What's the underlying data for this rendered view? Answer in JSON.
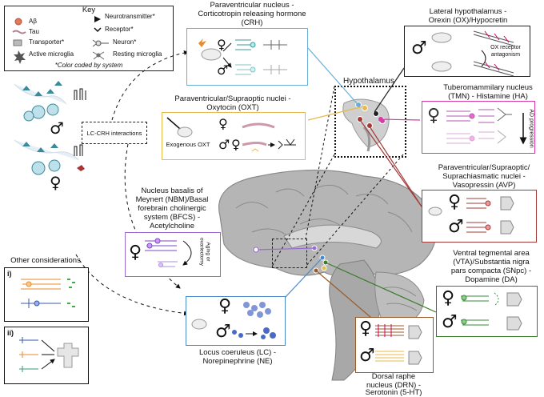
{
  "key": {
    "title": "Key",
    "items": {
      "abeta": "Aβ",
      "tau": "Tau",
      "transporter": "Transporter*",
      "active_microglia": "Active microglia",
      "neurotransmitter": "Neurotransmitter*",
      "receptor": "Receptor*",
      "neuron": "Neuron*",
      "resting_microglia": "Resting microglia"
    },
    "note": "*Color coded by system"
  },
  "labels": {
    "crh_line1": "Paraventricular nucleus -",
    "crh_line2": "Corticotropin releasing hormone",
    "crh_line3": "(CRH)",
    "oxt_line1": "Paraventricular/Supraoptic nuclei -",
    "oxt_line2": "Oxytocin (OXT)",
    "exogenous_oxt": "Exogenous OXT",
    "lc_crh": "LC-CRH interactions",
    "hypothalamus": "Hypothalamus",
    "ox_line1": "Lateral hypothalamus -",
    "ox_line2": "Orexin (OX)/Hypocretin",
    "ox_antagonism_1": "OX receptor",
    "ox_antagonism_2": "antagonism",
    "tmn_line1": "Tuberomammilary nucleus",
    "tmn_line2": "(TMN) - Histamine (HA)",
    "ad_progression": "AD progression",
    "avp_line1": "Paraventricular/Supraoptic/",
    "avp_line2": "Suprachiasmatic nuclei -",
    "avp_line3": "Vasopressin (AVP)",
    "nbm_line1": "Nucleus basalis of",
    "nbm_line2": "Meynert (NBM)/Basal",
    "nbm_line3": "forebrain cholinergic",
    "nbm_line4": "system (BFCS) -",
    "nbm_line5": "Acetylcholine",
    "nbm_rotated_1": "Aging or",
    "nbm_rotated_2": "ovariectomy",
    "vta_line1": "Ventral tegmental area",
    "vta_line2": "(VTA)/Substantia nigra",
    "vta_line3": "pars compacta (SNpc) -",
    "vta_line4": "Dopamine (DA)",
    "other_considerations": "Other considerations",
    "other_i": "i)",
    "other_ii": "ii)",
    "lc_line1": "Locus coeruleus (LC) -",
    "lc_line2": "Norepinephrine (NE)",
    "drn_line1": "Dorsal raphe",
    "drn_line2": "nucleus (DRN) -",
    "drn_line3": "Serotonin (5-HT)"
  },
  "symbols": {
    "female": "♀",
    "male": "♂"
  },
  "colors": {
    "crh": "#6aaed6",
    "oxt": "#e8b84a",
    "ox": "#222222",
    "tmn": "#d63aa8",
    "avp": "#a33a3a",
    "nbm": "#9a6ad0",
    "vta": "#3a7a2a",
    "lc": "#4a8ac8",
    "drn": "#9a5a2a",
    "brain": "#9a9a9a"
  }
}
